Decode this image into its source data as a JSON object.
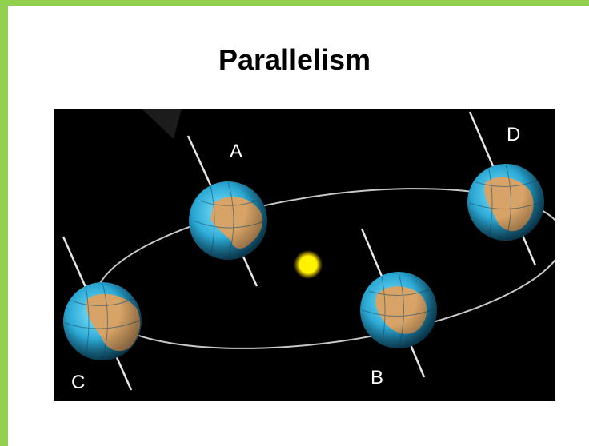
{
  "title": "Parallelism",
  "colors": {
    "frame": "#92d050",
    "background": "#ffffff",
    "diagram_background": "#000000",
    "sun": "#ffee00",
    "orbit": "#c8c8c8",
    "ocean": "#2aa8d4",
    "land": "#d8a366"
  },
  "labels": {
    "a": "A",
    "b": "B",
    "c": "C",
    "d": "D"
  }
}
